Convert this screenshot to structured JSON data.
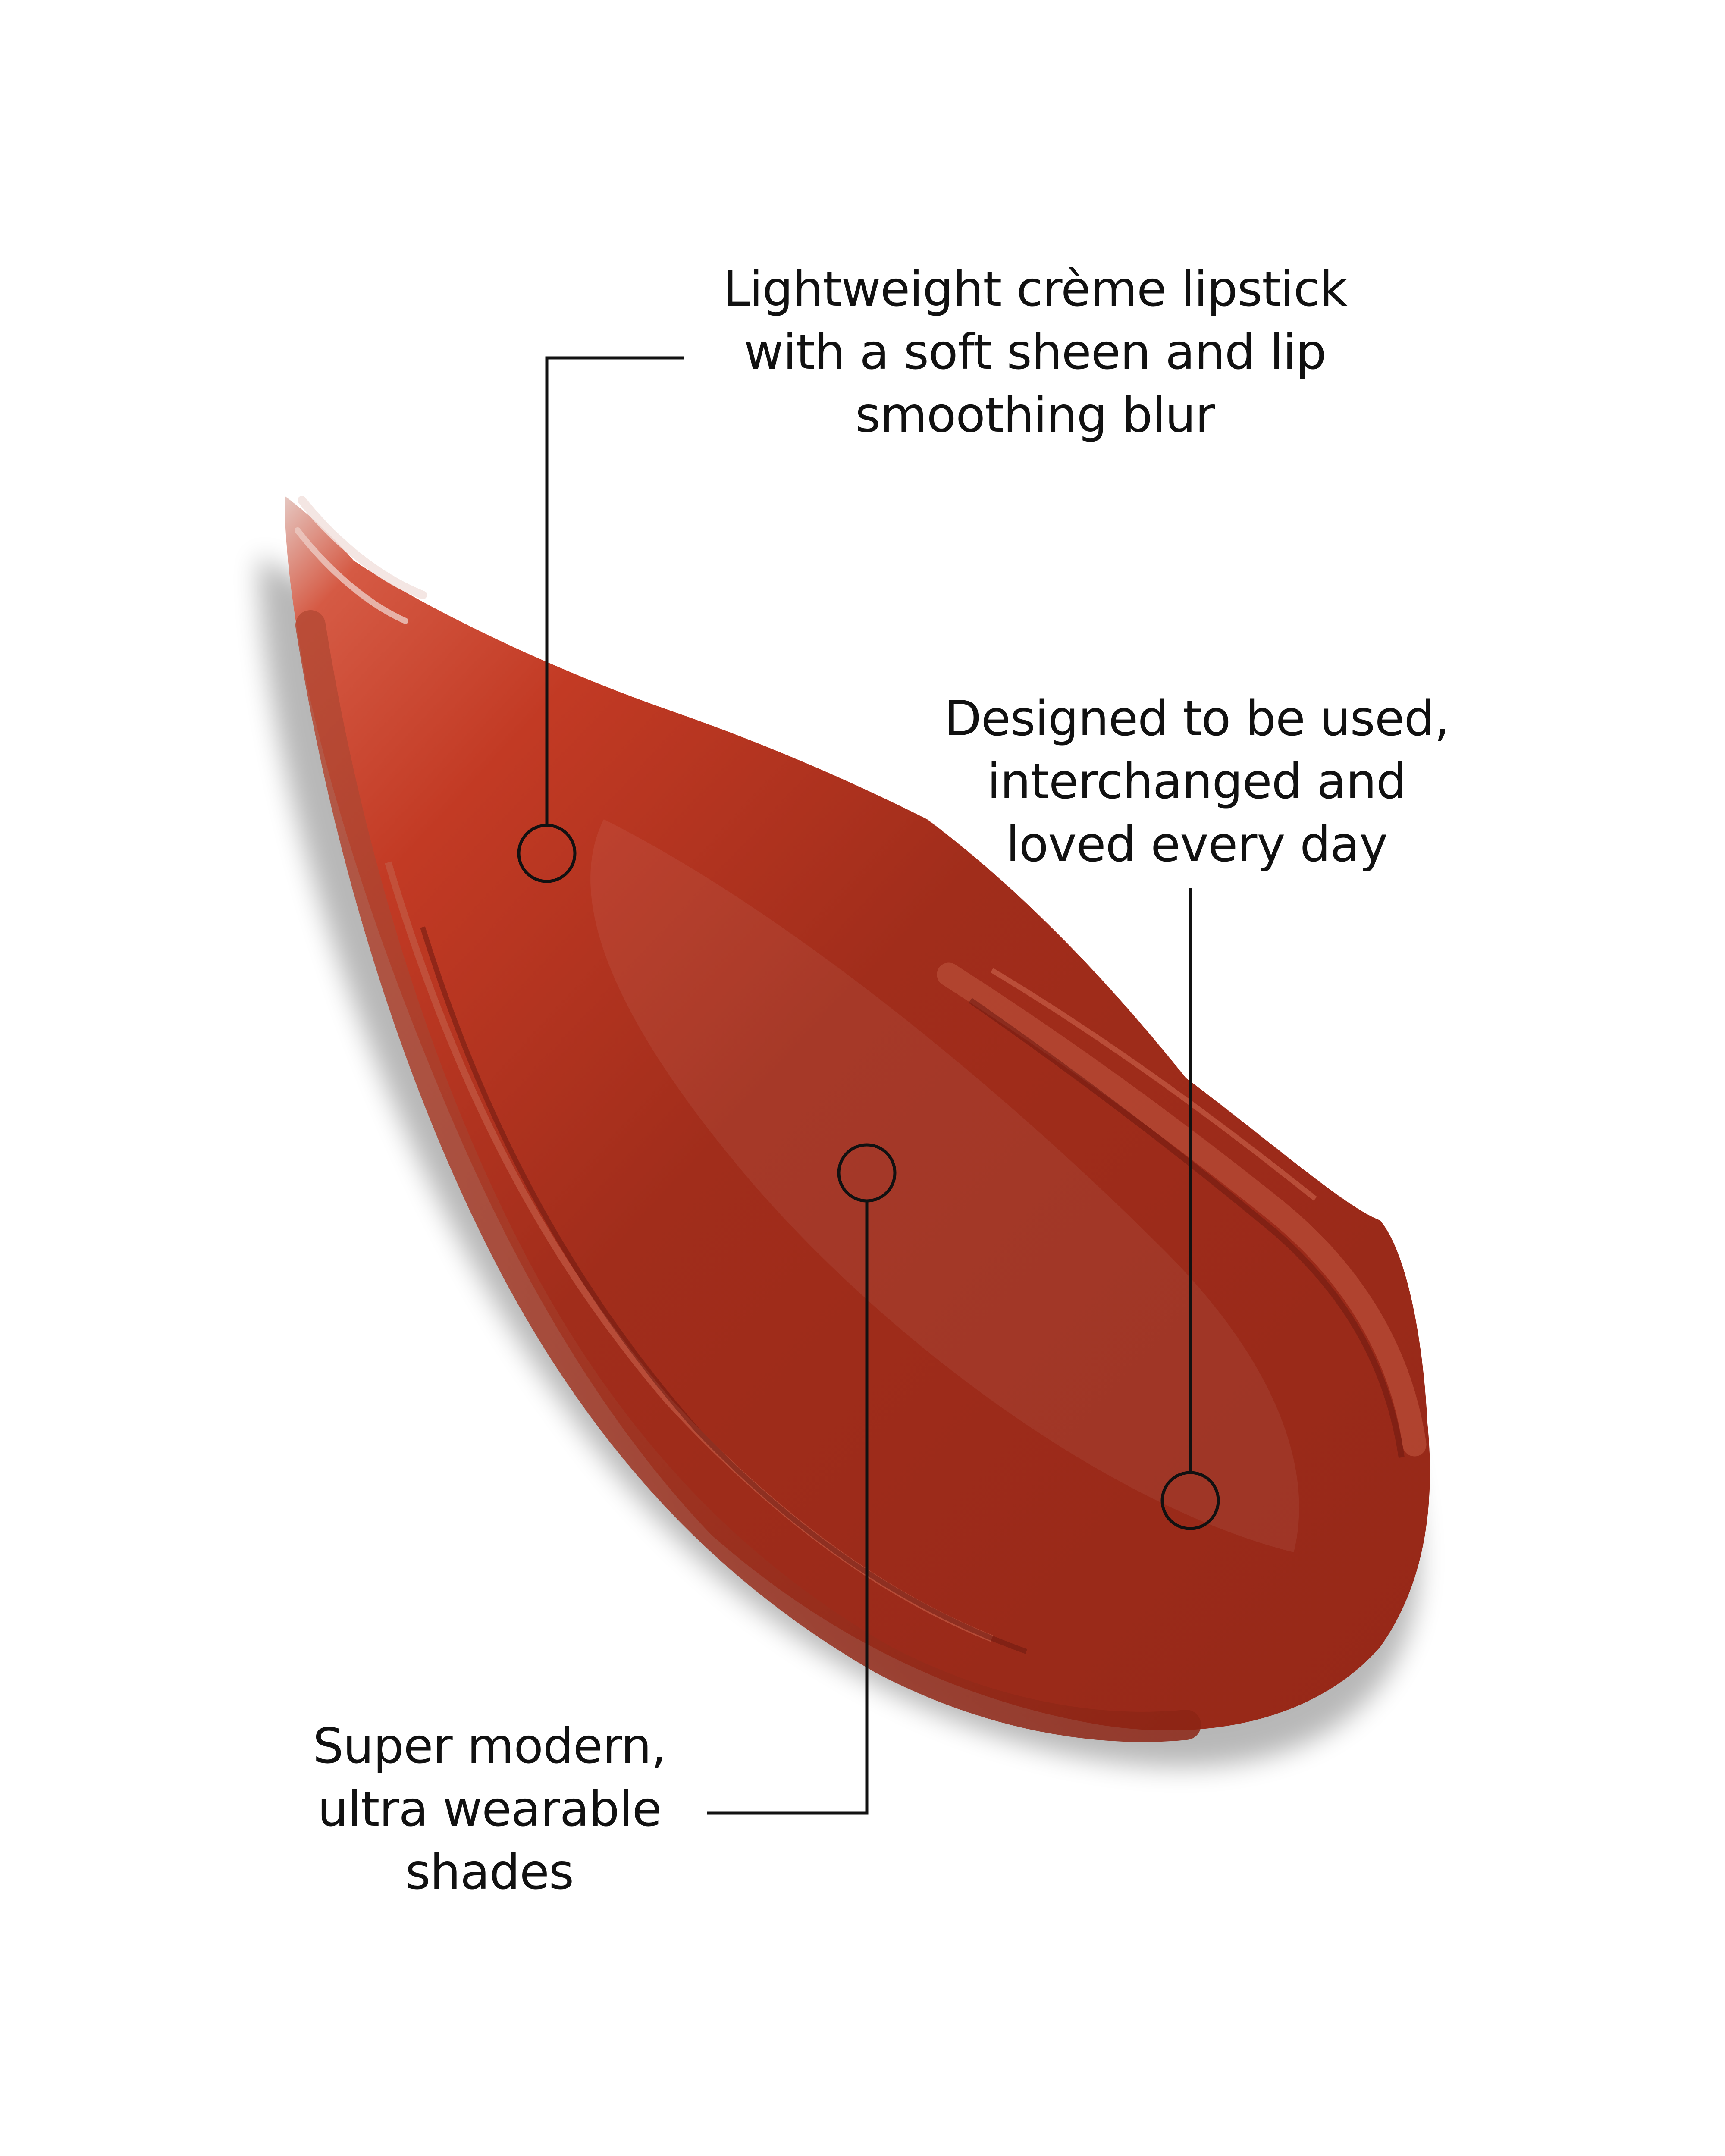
{
  "colors": {
    "background": "#ffffff",
    "swatch_base": "#9a2b1a",
    "swatch_light": "#c9412b",
    "swatch_dark": "#6e1a10",
    "swatch_edge": "#b5533f",
    "callout_line": "#111111",
    "text": "#111111"
  },
  "callouts": [
    {
      "id": "sheen",
      "lines": [
        "Lightweight crème lipstick",
        "with a soft sheen and lip",
        "smoothing blur"
      ]
    },
    {
      "id": "everyday",
      "lines": [
        "Designed to be used,",
        "interchanged and",
        "loved every day"
      ]
    },
    {
      "id": "shades",
      "lines": [
        "Super modern,",
        "ultra wearable",
        "shades"
      ]
    }
  ]
}
